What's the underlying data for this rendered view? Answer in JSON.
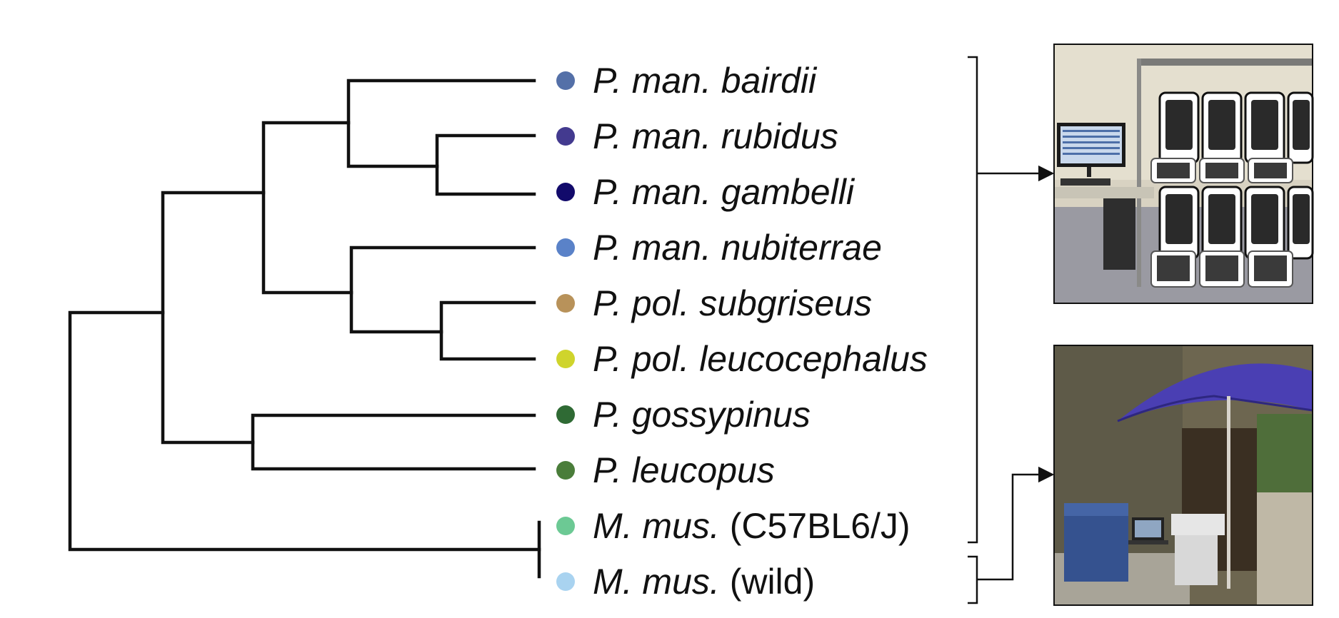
{
  "taxa": [
    {
      "id": "bairdii",
      "italic": "P. man. bairdii",
      "plain": "",
      "color": "#5470a8"
    },
    {
      "id": "rubidus",
      "italic": "P. man. rubidus",
      "plain": "",
      "color": "#433a8f"
    },
    {
      "id": "gambelli",
      "italic": "P. man. gambelli",
      "plain": "",
      "color": "#120a6b"
    },
    {
      "id": "nubiterrae",
      "italic": "P. man. nubiterrae",
      "plain": "",
      "color": "#5a82c8"
    },
    {
      "id": "subgriseus",
      "italic": "P. pol. subgriseus",
      "plain": "",
      "color": "#b8925a"
    },
    {
      "id": "leucocephalus",
      "italic": "P. pol. leucocephalus",
      "plain": "",
      "color": "#cfd42c"
    },
    {
      "id": "gossypinus",
      "italic": "P. gossypinus",
      "plain": "",
      "color": "#2f6a34"
    },
    {
      "id": "leucopus",
      "italic": "P. leucopus",
      "plain": "",
      "color": "#4a7d3a"
    },
    {
      "id": "c57",
      "italic": "M. mus.",
      "plain": " (C57BL6/J)",
      "color": "#6cc994"
    },
    {
      "id": "wild",
      "italic": "M. mus.",
      "plain": " (wild)",
      "color": "#a9d3f0"
    }
  ],
  "photos": {
    "lab": {
      "name": "indoor-lab-cages-photo"
    },
    "field": {
      "name": "outdoor-field-setup-photo"
    }
  }
}
